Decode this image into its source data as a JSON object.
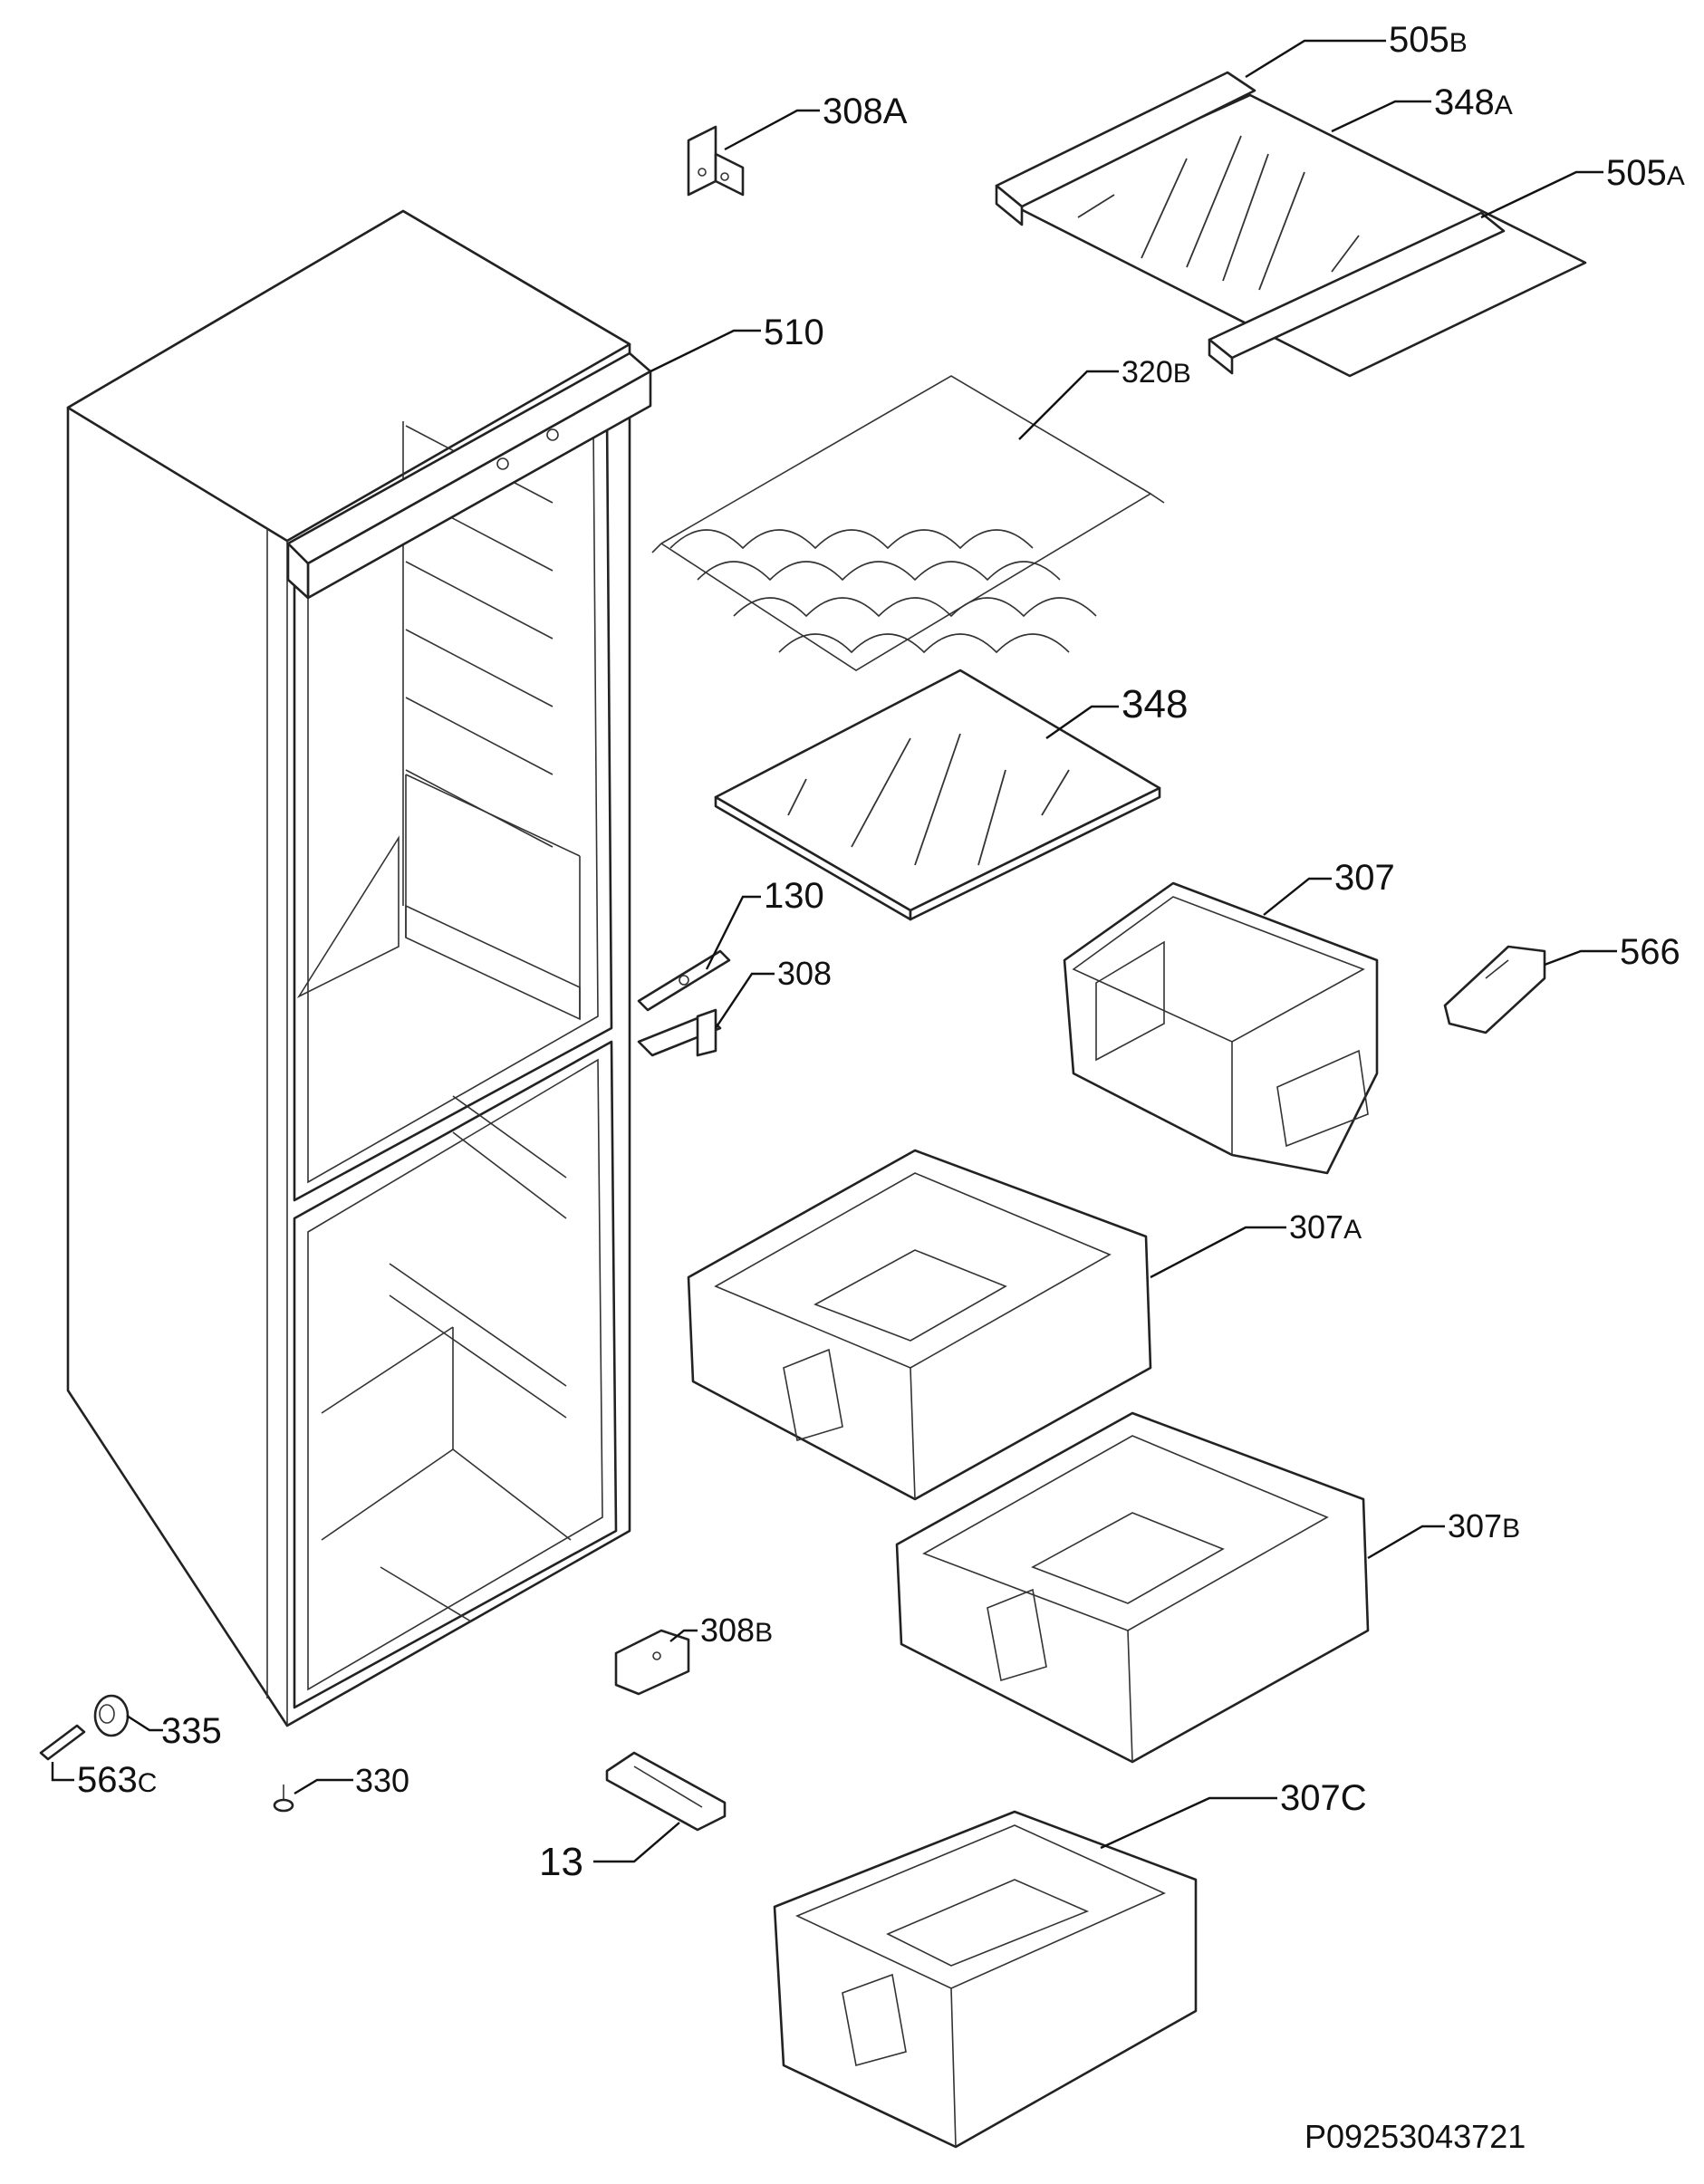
{
  "parts": [
    {
      "id": "505b",
      "num": "505",
      "suffix": "B"
    },
    {
      "id": "348a",
      "num": "348",
      "suffix": "A"
    },
    {
      "id": "505a",
      "num": "505",
      "suffix": "A"
    },
    {
      "id": "308a",
      "num": "308",
      "suffix": "A"
    },
    {
      "id": "510",
      "num": "510",
      "suffix": ""
    },
    {
      "id": "320b",
      "num": "320",
      "suffix": "B"
    },
    {
      "id": "348",
      "num": "348",
      "suffix": ""
    },
    {
      "id": "307",
      "num": "307",
      "suffix": ""
    },
    {
      "id": "130",
      "num": "130",
      "suffix": ""
    },
    {
      "id": "566",
      "num": "566",
      "suffix": ""
    },
    {
      "id": "308",
      "num": "308",
      "suffix": ""
    },
    {
      "id": "307a",
      "num": "307",
      "suffix": "A"
    },
    {
      "id": "307b",
      "num": "307",
      "suffix": "B"
    },
    {
      "id": "308b",
      "num": "308",
      "suffix": "B"
    },
    {
      "id": "335",
      "num": "335",
      "suffix": ""
    },
    {
      "id": "563c",
      "num": "563",
      "suffix": "C"
    },
    {
      "id": "330",
      "num": "330",
      "suffix": ""
    },
    {
      "id": "13",
      "num": "13",
      "suffix": ""
    },
    {
      "id": "307c",
      "num": "307",
      "suffix": "C"
    }
  ],
  "reference_code": "P09253043721"
}
